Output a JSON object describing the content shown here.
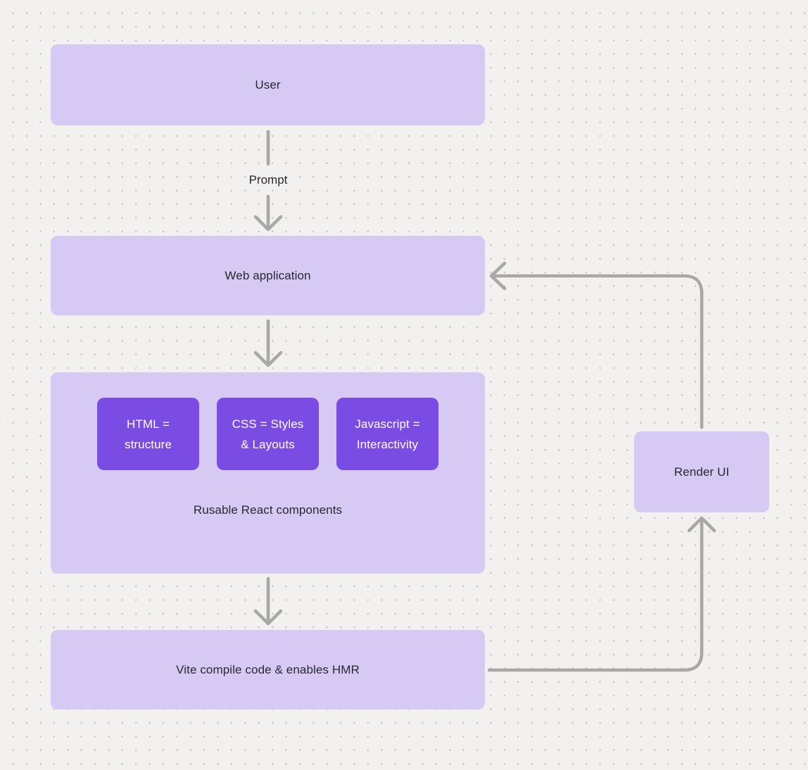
{
  "canvas": {
    "background_color": "#f2f1f0",
    "dot_color": "#c8c6c5"
  },
  "colors": {
    "node_fill_light": "#d6c9f3",
    "node_fill_accent": "#7a4ce4",
    "connector_gray": "#a9a8a7",
    "text_dark": "#2a2830",
    "text_light": "#ffffff"
  },
  "nodes": {
    "user": {
      "label": "User"
    },
    "web_application": {
      "label": "Web application"
    },
    "components_group": {
      "caption": "Rusable React components",
      "items": [
        {
          "label": "HTML = structure"
        },
        {
          "label": "CSS = Styles & Layouts"
        },
        {
          "label": "Javascript = Interactivity"
        }
      ]
    },
    "vite": {
      "label": "Vite compile code & enables HMR"
    },
    "render_ui": {
      "label": "Render UI"
    }
  },
  "edges": {
    "user_to_webapp": {
      "label": "Prompt"
    }
  }
}
